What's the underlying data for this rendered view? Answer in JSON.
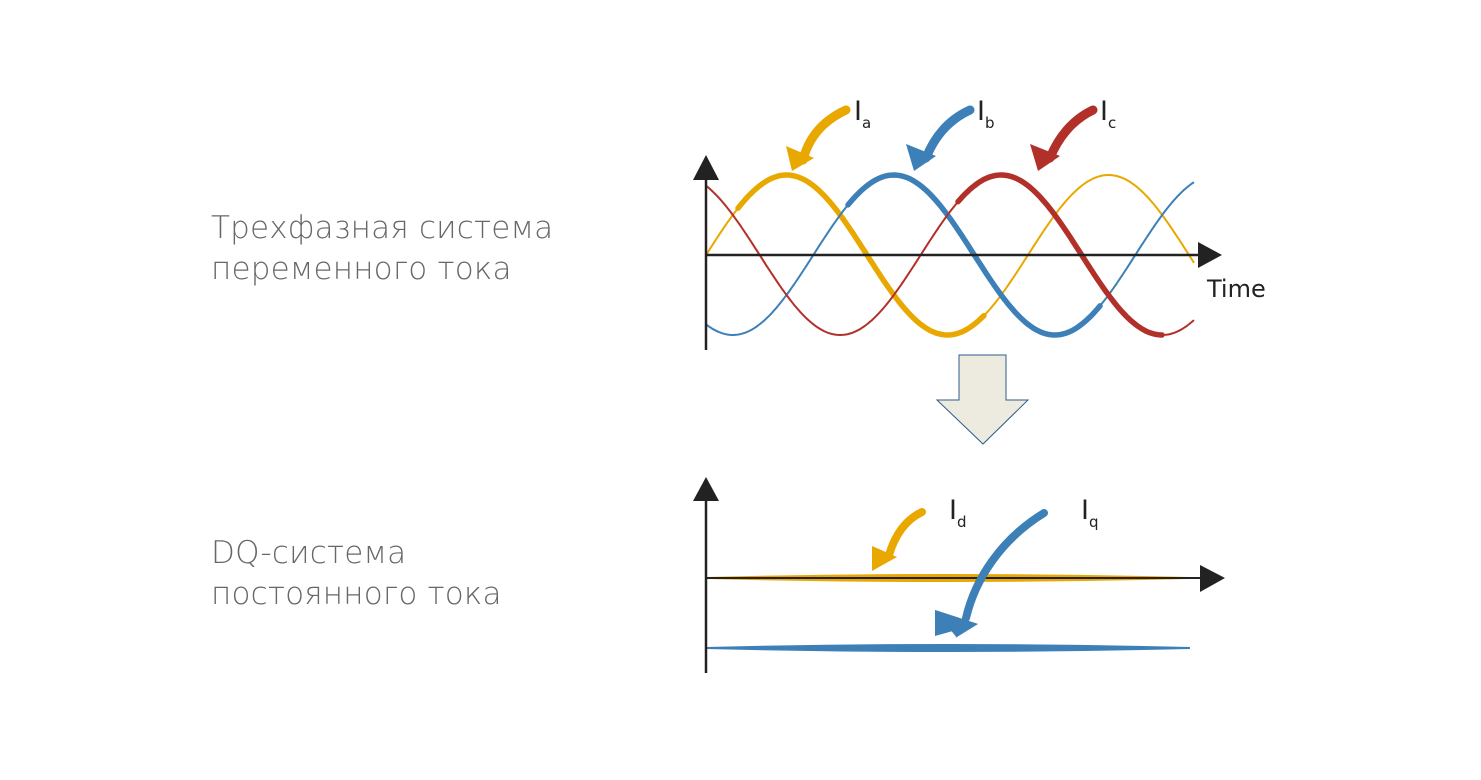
{
  "captions": {
    "three_phase": [
      "Трехфазная система",
      "переменного тока"
    ],
    "dq": [
      "DQ-система",
      "постоянного тока"
    ]
  },
  "top_chart": {
    "x_axis_label": "Time",
    "series": [
      {
        "symbol": "I",
        "subscript": "a",
        "color": "#e9a800",
        "phase_deg": 0
      },
      {
        "symbol": "I",
        "subscript": "b",
        "color": "#3d80b8",
        "phase_deg": -120
      },
      {
        "symbol": "I",
        "subscript": "c",
        "color": "#b2302a",
        "phase_deg": -240
      }
    ]
  },
  "bottom_chart": {
    "series": [
      {
        "symbol": "I",
        "subscript": "d",
        "color": "#e9a800"
      },
      {
        "symbol": "I",
        "subscript": "q",
        "color": "#3d80b8"
      }
    ]
  },
  "transform_arrow": {
    "fill": "#edeae0",
    "stroke": "#2e5d8c"
  }
}
